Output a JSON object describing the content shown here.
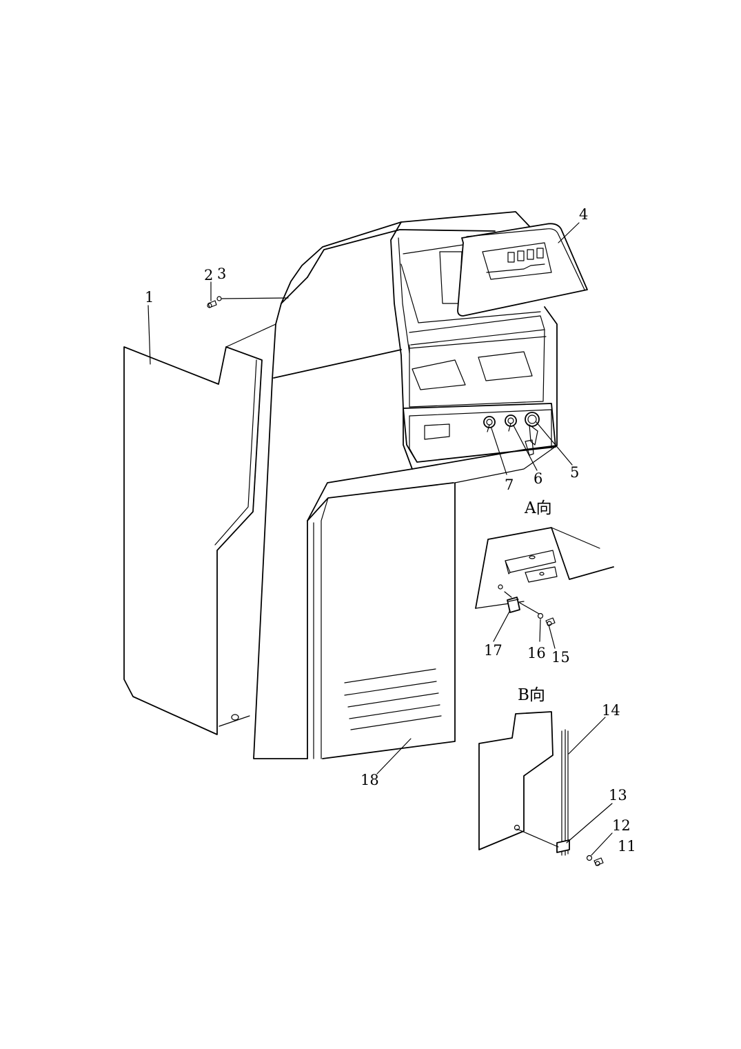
{
  "labels": {
    "p1": "1",
    "p2": "2",
    "p3": "3",
    "p4": "4",
    "p5": "5",
    "p6": "6",
    "p7": "7",
    "p11": "11",
    "p12": "12",
    "p13": "13",
    "p14": "14",
    "p15": "15",
    "p16": "16",
    "p17": "17",
    "p18": "18"
  },
  "views": {
    "a": "A向",
    "b": "B向"
  },
  "colors": {
    "line": "#000000",
    "background": "#ffffff"
  }
}
